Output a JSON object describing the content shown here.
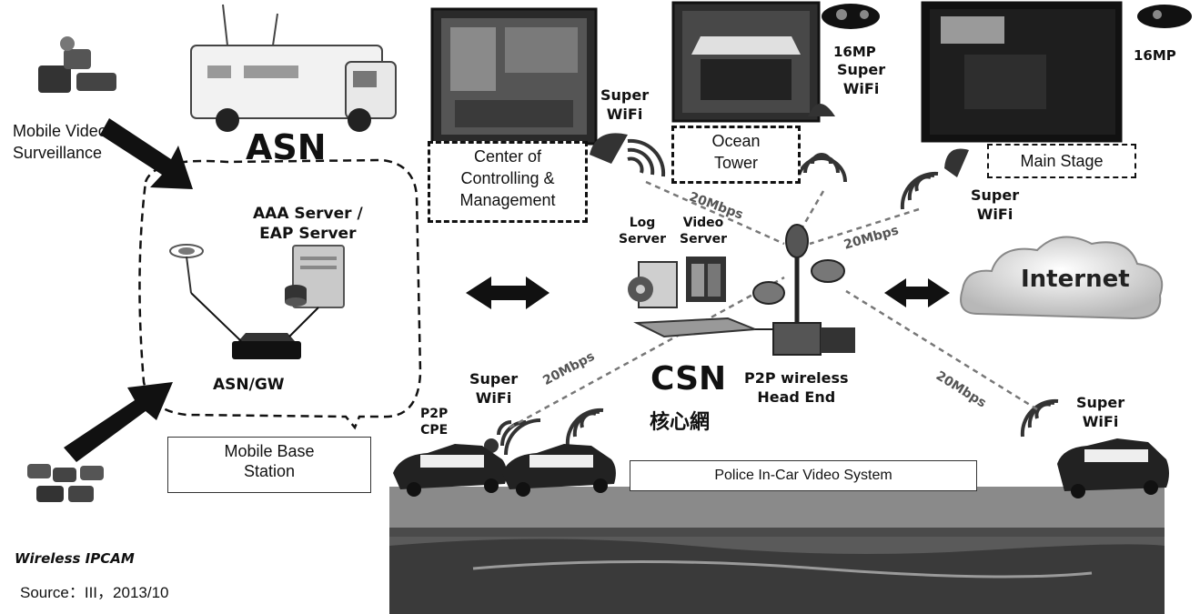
{
  "asn": {
    "title": "ASN",
    "mobile_video_label": "Mobile Video\nSurveillance",
    "aaa_server_label": "AAA Server /\nEAP Server",
    "gateway_label": "ASN/GW",
    "base_station_label": "Mobile Base\nStation",
    "ipcam_label": "Wireless IPCAM"
  },
  "csn": {
    "title": "CSN",
    "title_cn": "核心網",
    "log_server_label": "Log\nServer",
    "video_server_label": "Video\nServer",
    "head_end_label": "P2P wireless\nHead End",
    "internet_label": "Internet"
  },
  "sites": {
    "control_center_label": "Center of\nControlling &\nManagement",
    "ocean_tower_label": "Ocean\nTower",
    "main_stage_label": "Main Stage",
    "camera_16mp_1": "16MP",
    "camera_16mp_2": "16MP",
    "super_wifi_label": "Super\nWiFi"
  },
  "field": {
    "p2p_cpe_label": "P2P\nCPE",
    "police_label": "Police In-Car Video System"
  },
  "links": {
    "rate_1": "20Mbps",
    "rate_2": "20Mbps",
    "rate_3": "20Mbps",
    "rate_4": "20Mbps"
  },
  "source": "Source：III，2013/10",
  "colors": {
    "line": "#111111",
    "link": "#777777",
    "dark": "#1a1a1a"
  }
}
